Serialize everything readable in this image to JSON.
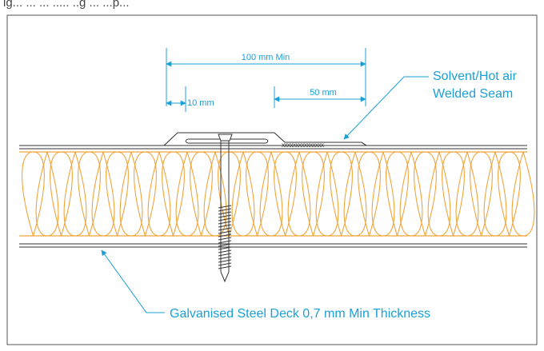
{
  "header": {
    "caption_cutoff": "ig...   ...   ... ..... ..g   ... ...p..."
  },
  "dimensions": {
    "overall": "100 mm Min",
    "seam_width": "50 mm",
    "edge_distance": "10 mm"
  },
  "callouts": {
    "weld_line1": "Solvent/Hot air",
    "weld_line2": "Welded Seam",
    "deck": "Galvanised Steel Deck 0,7 mm Min Thickness"
  },
  "seam_marks": "xxxxxxxxxxxxxxx",
  "colors": {
    "dimension": "#1aa0d8",
    "insulation": "#f0a43a",
    "line": "#333333",
    "frame": "#555555"
  }
}
